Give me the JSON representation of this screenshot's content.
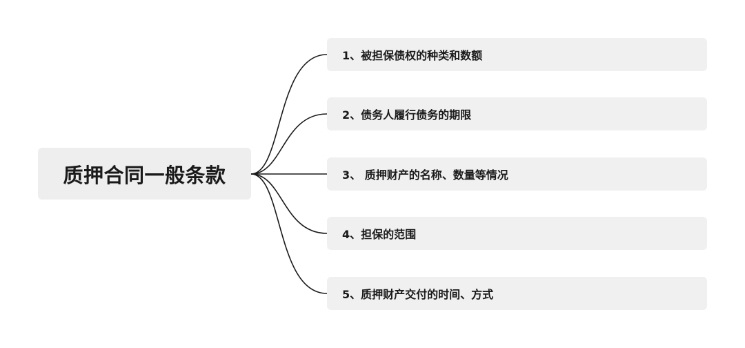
{
  "root": {
    "label": "质押合同一般条款"
  },
  "branches": [
    {
      "label": "1、被担保债权的种类和数额"
    },
    {
      "label": "2、债务人履行债务的期限"
    },
    {
      "label": "3、 质押财产的名称、数量等情况"
    },
    {
      "label": "4、担保的范围"
    },
    {
      "label": "5、质押财产交付的时间、方式"
    }
  ],
  "colors": {
    "node_background": "#eeeeee",
    "line": "#1a1a1a",
    "text": "#1a1a1a"
  }
}
